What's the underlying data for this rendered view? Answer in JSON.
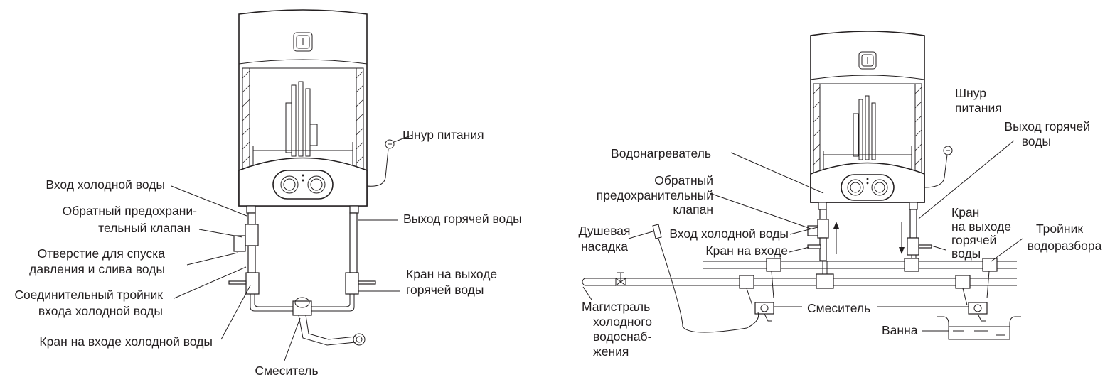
{
  "left": {
    "power_cord": "Шнур   питания",
    "cold_inlet": "Вход холодной воды",
    "valve_l1": "Обратный предохрани-",
    "valve_l2": "тельный клапан",
    "drain_l1": "Отверстие для спуска",
    "drain_l2": "давления и слива воды",
    "tee_l1": "Соединительный тройник",
    "tee_l2": "входа холодной воды",
    "cold_tap": "Кран на входе холодной воды",
    "hot_outlet": "Выход горячей воды",
    "hot_tap_l1": "Кран на выходе",
    "hot_tap_l2": "горячей воды",
    "mixer": "Смеситель"
  },
  "right": {
    "power_l1": "Шнур",
    "power_l2": "питания",
    "hot_out_l1": "Выход горячей",
    "hot_out_l2": "воды",
    "heater": "Водонагреватель",
    "valve_l1": "Обратный",
    "valve_l2": "предохранительный",
    "valve_l3": "клапан",
    "cold_inlet": "Вход холодной воды",
    "shower_l1": "Душевая",
    "shower_l2": "насадка",
    "inlet_tap": "Кран на входе",
    "hot_tap_l1": "Кран",
    "hot_tap_l2": "на выходе",
    "hot_tap_l3": "горячей",
    "hot_tap_l4": "воды",
    "tee_l1": "Тройник",
    "tee_l2": "водоразбора",
    "main_l1": "Магистраль",
    "main_l2": "холодного",
    "main_l3": "водоснаб-",
    "main_l4": "жения",
    "mixer": "Смеситель",
    "bath": "Ванна"
  }
}
